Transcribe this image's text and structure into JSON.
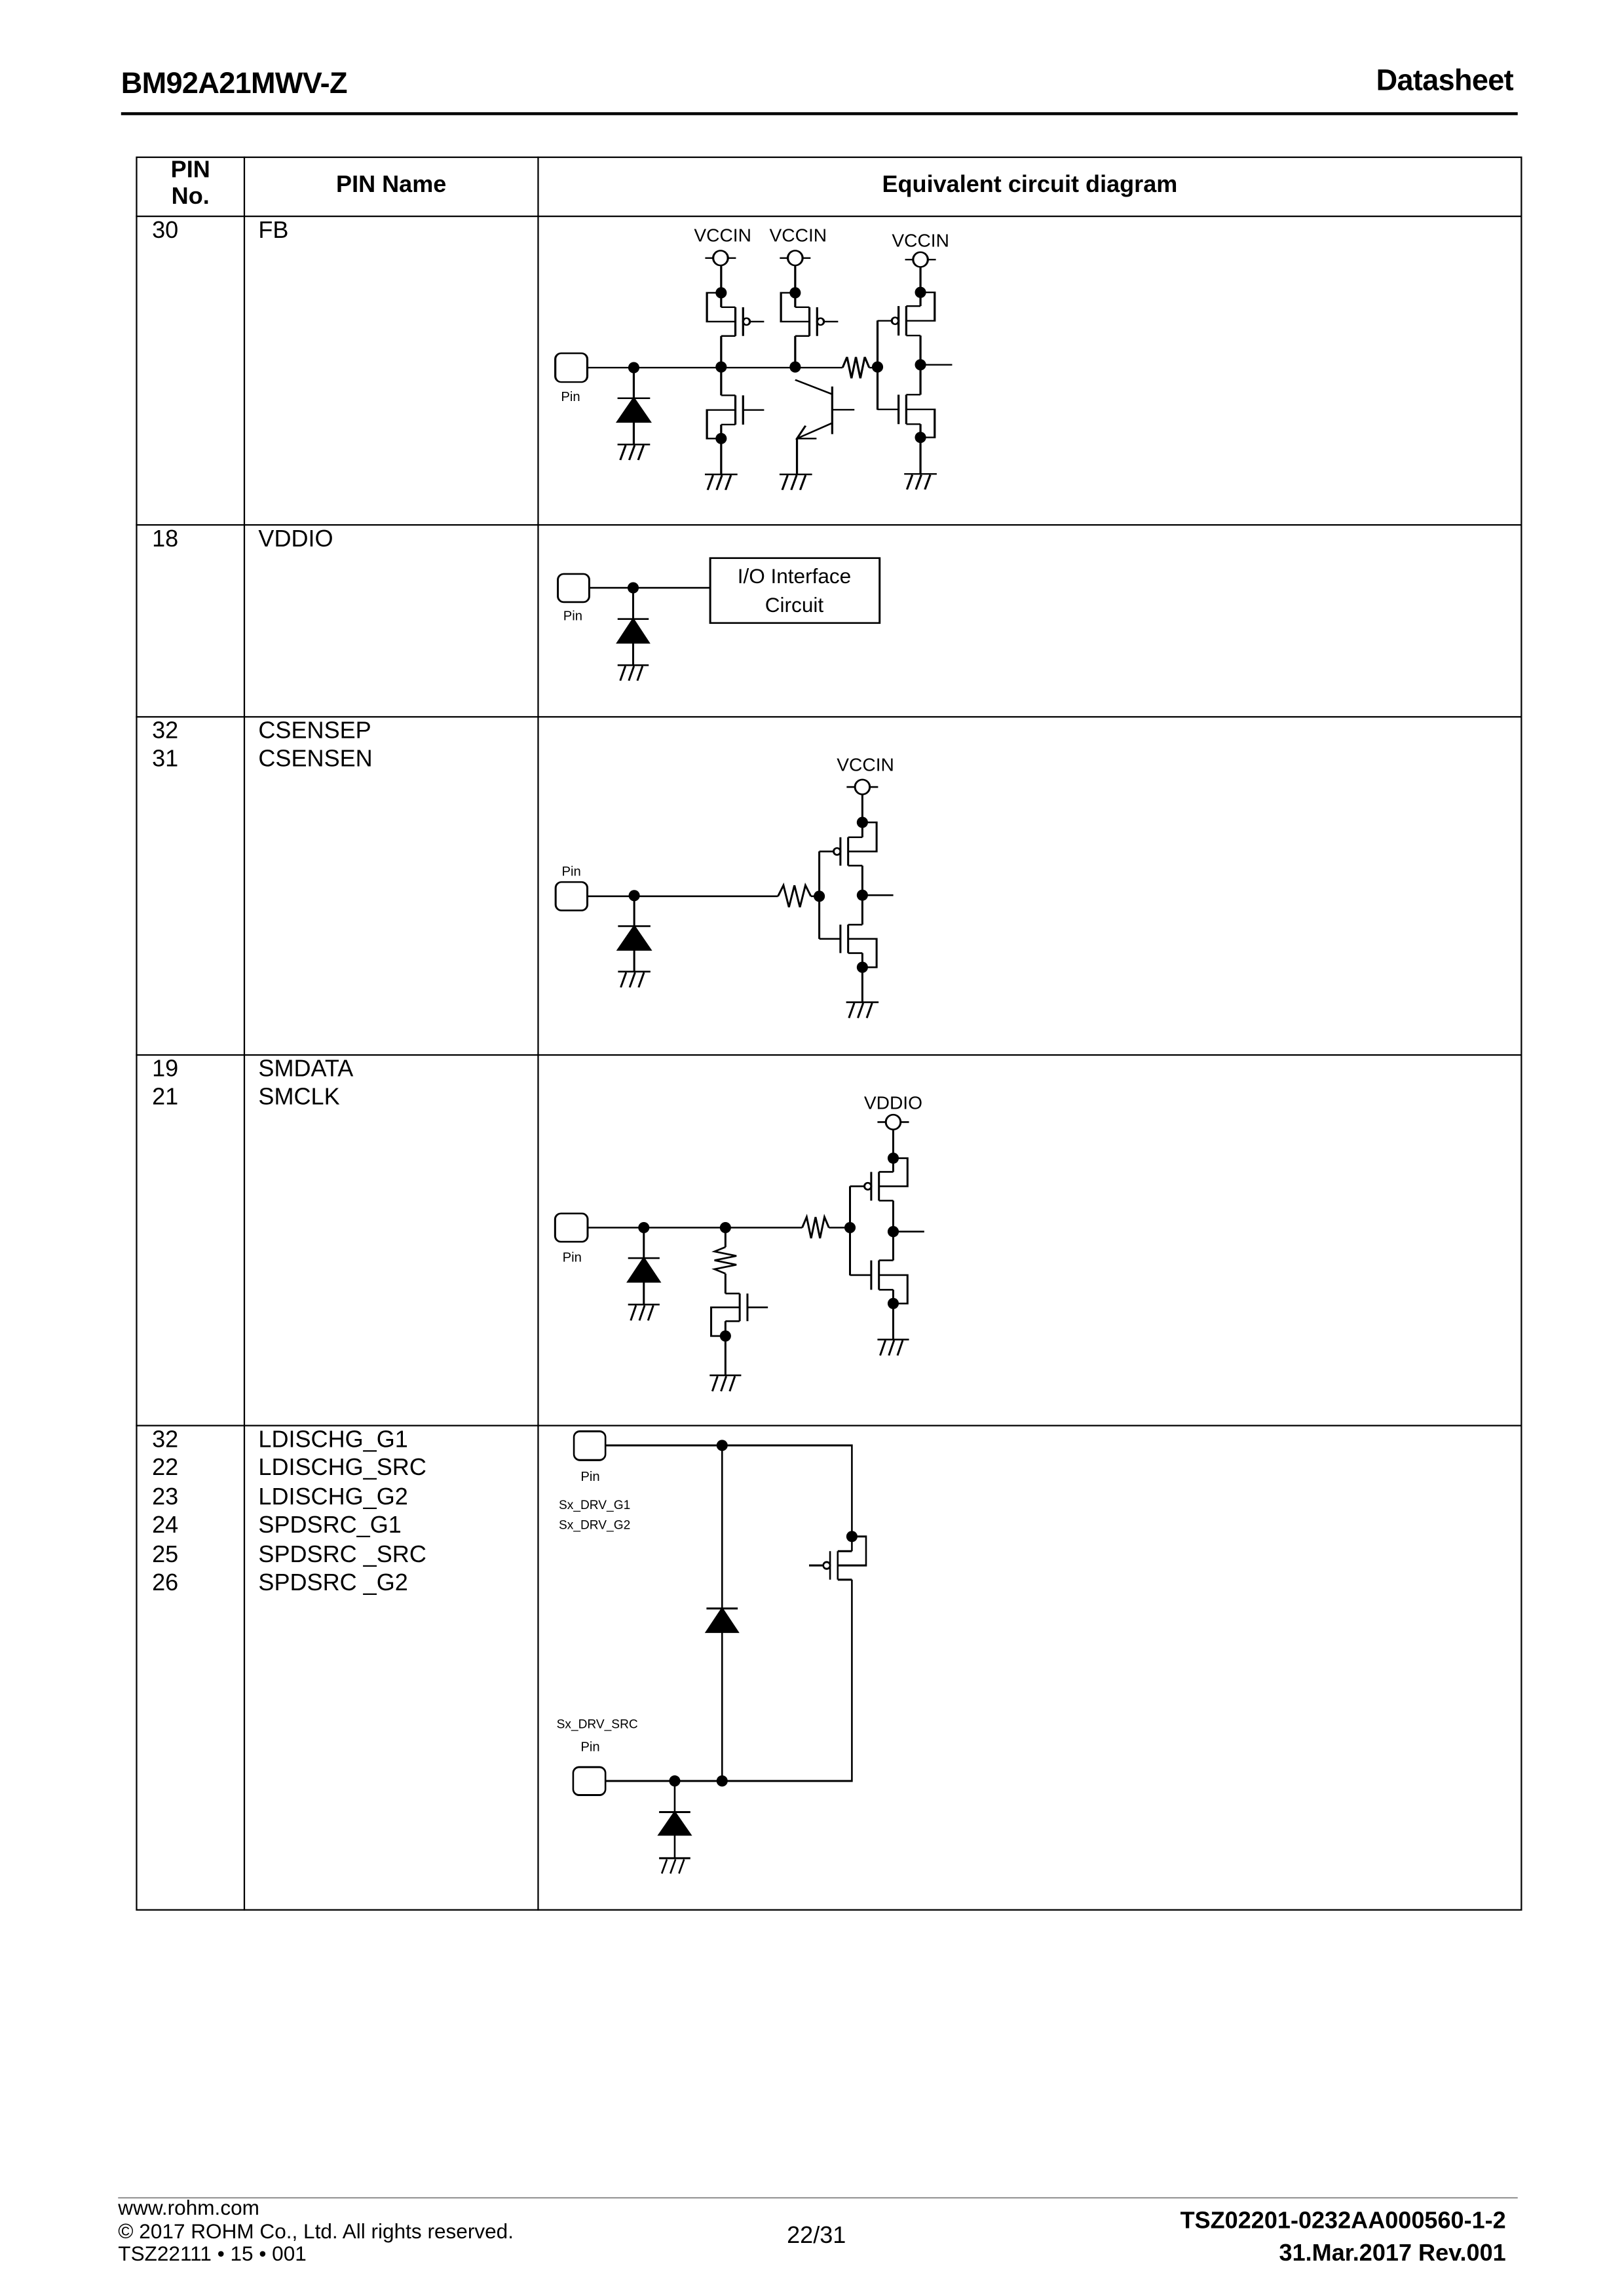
{
  "header": {
    "title": "BM92A21MWV-Z",
    "doc_type": "Datasheet"
  },
  "table": {
    "headers": {
      "pin_no": "PIN\nNo.",
      "pin_name": "PIN Name",
      "circuit": "Equivalent circuit diagram"
    },
    "rows": [
      {
        "pins": "30",
        "names": "FB"
      },
      {
        "pins": "18",
        "names": "VDDIO"
      },
      {
        "pins": "32\n31",
        "names": "CSENSEP\nCSENSEN"
      },
      {
        "pins": "19\n21",
        "names": "SMDATA\nSMCLK"
      },
      {
        "pins": "32\n22\n23\n24\n25\n26",
        "names": "LDISCHG_G1\nLDISCHG_SRC\nLDISCHG_G2\nSPDSRC_G1\nSPDSRC _SRC\nSPDSRC _G2"
      }
    ]
  },
  "circuits": {
    "fb": {
      "supplies": [
        "VCCIN",
        "VCCIN",
        "VCCIN"
      ],
      "pin_label": "Pin"
    },
    "vddio": {
      "pin_label": "Pin",
      "block_line1": "I/O Interface",
      "block_line2": "Circuit"
    },
    "csense": {
      "supply": "VCCIN",
      "pin_label": "Pin"
    },
    "smbus": {
      "supply": "VDDIO",
      "pin_label": "Pin"
    },
    "ldischg": {
      "pin_label_top": "Pin",
      "gate_label_1": "Sx_DRV_G1",
      "gate_label_2": "Sx_DRV_G2",
      "src_label": "Sx_DRV_SRC",
      "pin_label_bottom": "Pin"
    }
  },
  "footer": {
    "website": "www.rohm.com",
    "copyright": "© 2017 ROHM Co., Ltd. All rights reserved.",
    "form_code": "TSZ22111 • 15 • 001",
    "page": "22/31",
    "doc_number": "TSZ02201-0232AA000560-1-2",
    "date_rev": "31.Mar.2017 Rev.001"
  }
}
